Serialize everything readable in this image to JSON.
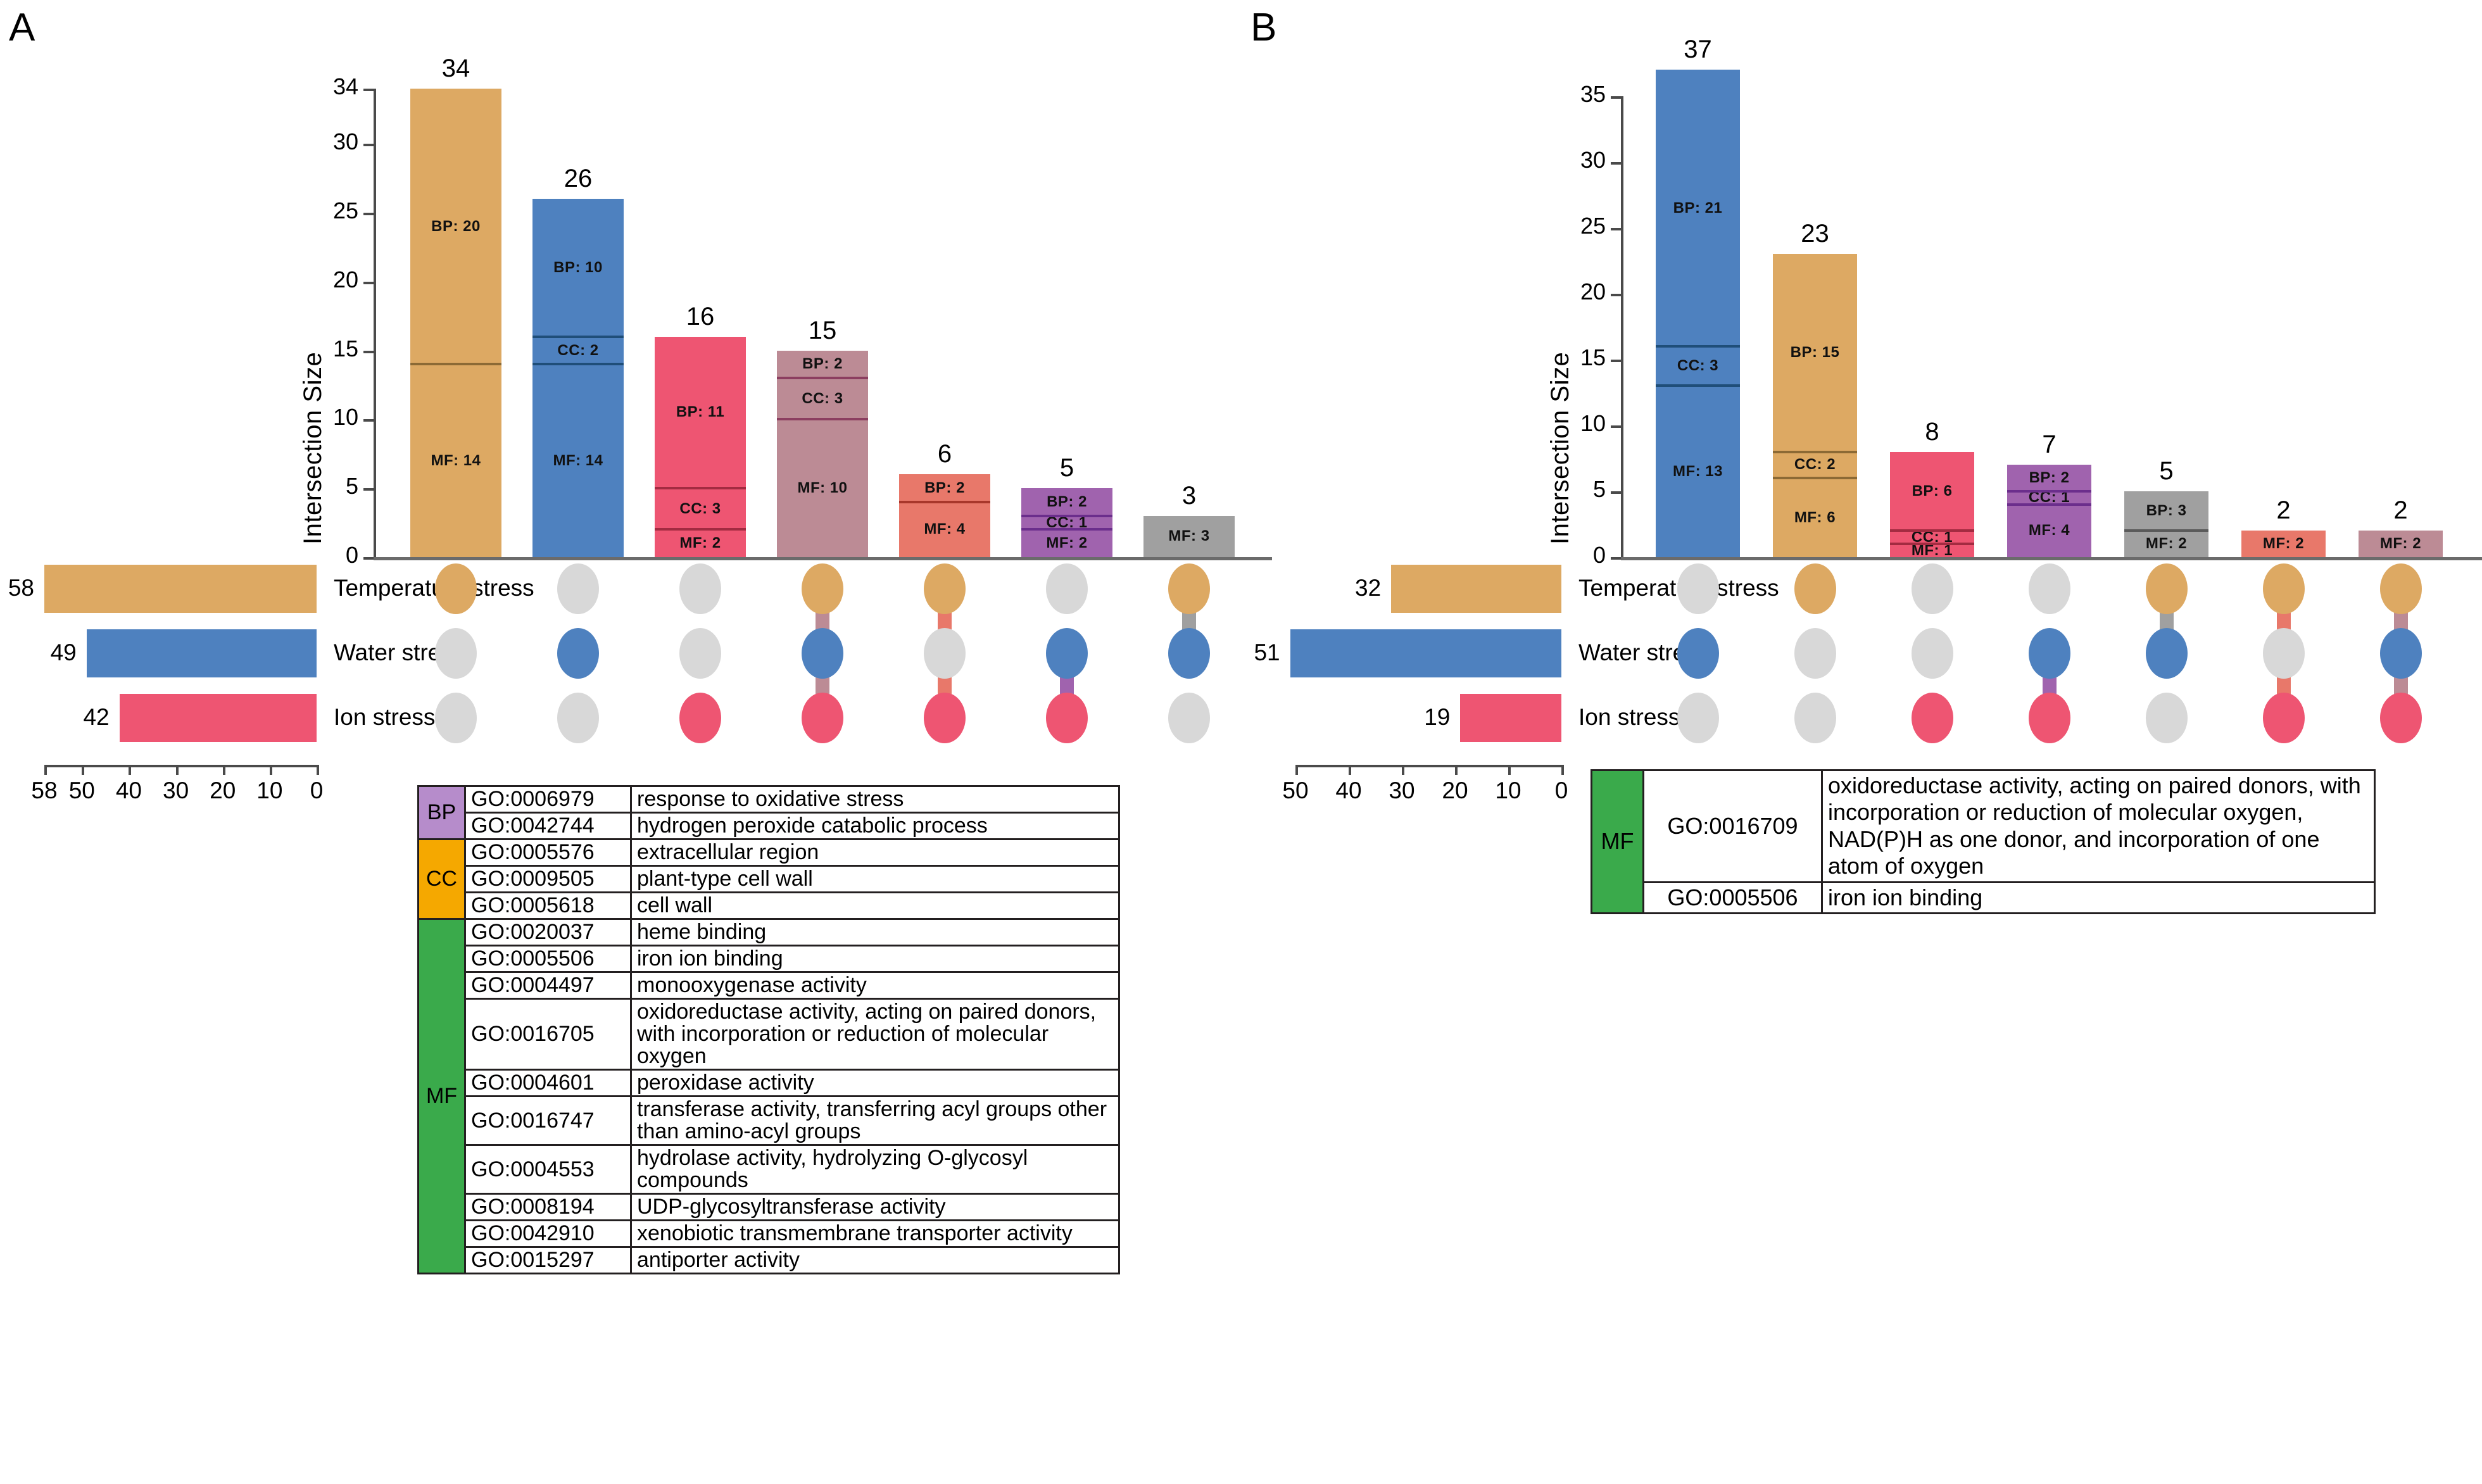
{
  "figure": {
    "panels": [
      {
        "letter": "A"
      },
      {
        "letter": "B"
      }
    ]
  },
  "panelA": {
    "letter": "A",
    "axis": {
      "y_title": "Intersection Size",
      "y_ticks": [
        "0",
        "5",
        "10",
        "15",
        "20",
        "25",
        "30",
        "34"
      ],
      "y_max": 34,
      "x_ticks": [
        "58",
        "50",
        "40",
        "30",
        "20",
        "10",
        "0"
      ],
      "x_max": 58
    },
    "sets": [
      {
        "label": "Temperature stress",
        "size": 58,
        "color": "#DDA963"
      },
      {
        "label": "Water stress",
        "size": 49,
        "color": "#4E81BF"
      },
      {
        "label": "Ion stress",
        "size": 42,
        "color": "#EE5572"
      }
    ],
    "intersections": [
      {
        "total": 34,
        "color": "#DDA963",
        "divider": "#8C6A35",
        "members": [
          true,
          false,
          false
        ],
        "segments": [
          {
            "label": "BP: 20",
            "value": 20
          },
          {
            "label": "MF: 14",
            "value": 14
          }
        ]
      },
      {
        "total": 26,
        "color": "#4E81BF",
        "divider": "#1F4E79",
        "members": [
          false,
          true,
          false
        ],
        "segments": [
          {
            "label": "BP: 10",
            "value": 10
          },
          {
            "label": "CC: 2",
            "value": 2
          },
          {
            "label": "MF: 14",
            "value": 14
          }
        ]
      },
      {
        "total": 16,
        "color": "#EE5572",
        "divider": "#A32B41",
        "members": [
          false,
          false,
          true
        ],
        "segments": [
          {
            "label": "BP: 11",
            "value": 11
          },
          {
            "label": "CC: 3",
            "value": 3
          },
          {
            "label": "MF: 2",
            "value": 2
          }
        ]
      },
      {
        "total": 15,
        "color": "#BC8B95",
        "divider": "#8C3E60",
        "members": [
          true,
          true,
          true
        ],
        "segments": [
          {
            "label": "BP: 2",
            "value": 2
          },
          {
            "label": "CC: 3",
            "value": 3
          },
          {
            "label": "MF: 10",
            "value": 10
          }
        ]
      },
      {
        "total": 6,
        "color": "#E8786A",
        "divider": "#A8372B",
        "members": [
          true,
          false,
          true
        ],
        "segments": [
          {
            "label": "BP: 2",
            "value": 2
          },
          {
            "label": "MF: 4",
            "value": 4
          }
        ]
      },
      {
        "total": 5,
        "color": "#A063AE",
        "divider": "#6B2E8C",
        "members": [
          false,
          true,
          true
        ],
        "segments": [
          {
            "label": "BP: 2",
            "value": 2
          },
          {
            "label": "CC: 1",
            "value": 1
          },
          {
            "label": "MF: 2",
            "value": 2
          }
        ]
      },
      {
        "total": 3,
        "color": "#A0A0A0",
        "divider": "#5A5A5A",
        "members": [
          true,
          true,
          false
        ],
        "segments": [
          {
            "label": "MF: 3",
            "value": 3
          }
        ]
      }
    ],
    "go_table": [
      {
        "category": "BP",
        "color": "#B68CCB",
        "rows": [
          {
            "id": "GO:0006979",
            "term": "response to oxidative stress"
          },
          {
            "id": "GO:0042744",
            "term": "hydrogen peroxide catabolic process"
          }
        ]
      },
      {
        "category": "CC",
        "color": "#F5A800",
        "rows": [
          {
            "id": "GO:0005576",
            "term": "extracellular region"
          },
          {
            "id": "GO:0009505",
            "term": "plant-type cell wall"
          },
          {
            "id": "GO:0005618",
            "term": "cell wall"
          }
        ]
      },
      {
        "category": "MF",
        "color": "#3AAA4B",
        "rows": [
          {
            "id": "GO:0020037",
            "term": "heme binding"
          },
          {
            "id": "GO:0005506",
            "term": "iron ion binding"
          },
          {
            "id": "GO:0004497",
            "term": "monooxygenase activity"
          },
          {
            "id": "GO:0016705",
            "term": "oxidoreductase activity, acting on paired donors, with incorporation or reduction of molecular oxygen"
          },
          {
            "id": "GO:0004601",
            "term": "peroxidase activity"
          },
          {
            "id": "GO:0016747",
            "term": "transferase activity, transferring acyl groups other than amino-acyl groups"
          },
          {
            "id": "GO:0004553",
            "term": "hydrolase activity, hydrolyzing O-glycosyl compounds"
          },
          {
            "id": "GO:0008194",
            "term": "UDP-glycosyltransferase activity"
          },
          {
            "id": "GO:0042910",
            "term": "xenobiotic transmembrane transporter activity"
          },
          {
            "id": "GO:0015297",
            "term": "antiporter activity"
          }
        ]
      }
    ]
  },
  "panelB": {
    "letter": "B",
    "axis": {
      "y_title": "Intersection Size",
      "y_ticks": [
        "0",
        "5",
        "10",
        "15",
        "20",
        "25",
        "30",
        "35"
      ],
      "y_max": 37,
      "x_ticks": [
        "50",
        "40",
        "30",
        "20",
        "10",
        "0"
      ],
      "x_max": 50
    },
    "sets": [
      {
        "label": "Temperature stress",
        "size": 32,
        "color": "#DDA963"
      },
      {
        "label": "Water stress",
        "size": 51,
        "color": "#4E81BF"
      },
      {
        "label": "Ion stress",
        "size": 19,
        "color": "#EE5572"
      }
    ],
    "intersections": [
      {
        "total": 37,
        "color": "#4E81BF",
        "divider": "#1F4E79",
        "members": [
          false,
          true,
          false
        ],
        "segments": [
          {
            "label": "BP: 21",
            "value": 21
          },
          {
            "label": "CC: 3",
            "value": 3
          },
          {
            "label": "MF: 13",
            "value": 13
          }
        ]
      },
      {
        "total": 23,
        "color": "#DDA963",
        "divider": "#8C6A35",
        "members": [
          true,
          false,
          false
        ],
        "segments": [
          {
            "label": "BP: 15",
            "value": 15
          },
          {
            "label": "CC: 2",
            "value": 2
          },
          {
            "label": "MF: 6",
            "value": 6
          }
        ]
      },
      {
        "total": 8,
        "color": "#EE5572",
        "divider": "#A32B41",
        "members": [
          false,
          false,
          true
        ],
        "segments": [
          {
            "label": "BP: 6",
            "value": 6
          },
          {
            "label": "CC: 1",
            "value": 1
          },
          {
            "label": "MF: 1",
            "value": 1
          }
        ]
      },
      {
        "total": 7,
        "color": "#A063AE",
        "divider": "#6B2E8C",
        "members": [
          false,
          true,
          true
        ],
        "segments": [
          {
            "label": "BP: 2",
            "value": 2
          },
          {
            "label": "CC: 1",
            "value": 1
          },
          {
            "label": "MF: 4",
            "value": 4
          }
        ]
      },
      {
        "total": 5,
        "color": "#A0A0A0",
        "divider": "#5A5A5A",
        "members": [
          true,
          true,
          false
        ],
        "segments": [
          {
            "label": "BP: 3",
            "value": 3
          },
          {
            "label": "MF: 2",
            "value": 2
          }
        ]
      },
      {
        "total": 2,
        "color": "#E8786A",
        "divider": "#A8372B",
        "members": [
          true,
          false,
          true
        ],
        "segments": [
          {
            "label": "MF: 2",
            "value": 2
          }
        ]
      },
      {
        "total": 2,
        "color": "#BC8B95",
        "divider": "#8C3E60",
        "members": [
          true,
          true,
          true
        ],
        "segments": [
          {
            "label": "MF: 2",
            "value": 2
          }
        ]
      }
    ],
    "go_table": [
      {
        "category": "MF",
        "color": "#3AAA4B",
        "rows": [
          {
            "id": "GO:0016709",
            "term": "oxidoreductase activity, acting on paired donors, with incorporation or reduction of molecular oxygen, NAD(P)H as one donor, and incorporation of one atom of oxygen"
          },
          {
            "id": "GO:0005506",
            "term": "iron ion binding"
          }
        ]
      }
    ]
  },
  "colors": {
    "inactive_dot": "#D8D8D8",
    "temperature": "#DDA963",
    "water": "#4E81BF",
    "ion": "#EE5572",
    "bp": "#B68CCB",
    "cc": "#F5A800",
    "mf": "#3AAA4B"
  },
  "chart_data": {
    "type": "bar",
    "title": "",
    "charts": [
      {
        "name": "A",
        "ylabel": "Intersection Size",
        "ylim": [
          0,
          34
        ],
        "set_axis_ticks": [
          58,
          50,
          40,
          30,
          20,
          10,
          0
        ],
        "set_names": [
          "Temperature stress",
          "Water stress",
          "Ion stress"
        ],
        "set_sizes": [
          58,
          49,
          42
        ],
        "categories": [
          "Temperature",
          "Water",
          "Ion",
          "Temperature&Water&Ion",
          "Temperature&Ion",
          "Water&Ion",
          "Temperature&Water"
        ],
        "values": [
          34,
          26,
          16,
          15,
          6,
          5,
          3
        ],
        "series": [
          {
            "name": "BP",
            "values": [
              20,
              10,
              11,
              2,
              2,
              2,
              0
            ]
          },
          {
            "name": "CC",
            "values": [
              0,
              2,
              3,
              3,
              0,
              1,
              0
            ]
          },
          {
            "name": "MF",
            "values": [
              14,
              14,
              2,
              10,
              4,
              2,
              3
            ]
          }
        ]
      },
      {
        "name": "B",
        "ylabel": "Intersection Size",
        "ylim": [
          0,
          37
        ],
        "set_axis_ticks": [
          50,
          40,
          30,
          20,
          10,
          0
        ],
        "set_names": [
          "Temperature stress",
          "Water stress",
          "Ion stress"
        ],
        "set_sizes": [
          32,
          51,
          19
        ],
        "categories": [
          "Water",
          "Temperature",
          "Ion",
          "Water&Ion",
          "Temperature&Water",
          "Temperature&Ion",
          "Temperature&Water&Ion"
        ],
        "values": [
          37,
          23,
          8,
          7,
          5,
          2,
          2
        ],
        "series": [
          {
            "name": "BP",
            "values": [
              21,
              15,
              6,
              2,
              3,
              0,
              0
            ]
          },
          {
            "name": "CC",
            "values": [
              3,
              2,
              1,
              1,
              0,
              0,
              0
            ]
          },
          {
            "name": "MF",
            "values": [
              13,
              6,
              1,
              4,
              2,
              2,
              2
            ]
          }
        ]
      }
    ],
    "grid": false,
    "legend": "none"
  }
}
